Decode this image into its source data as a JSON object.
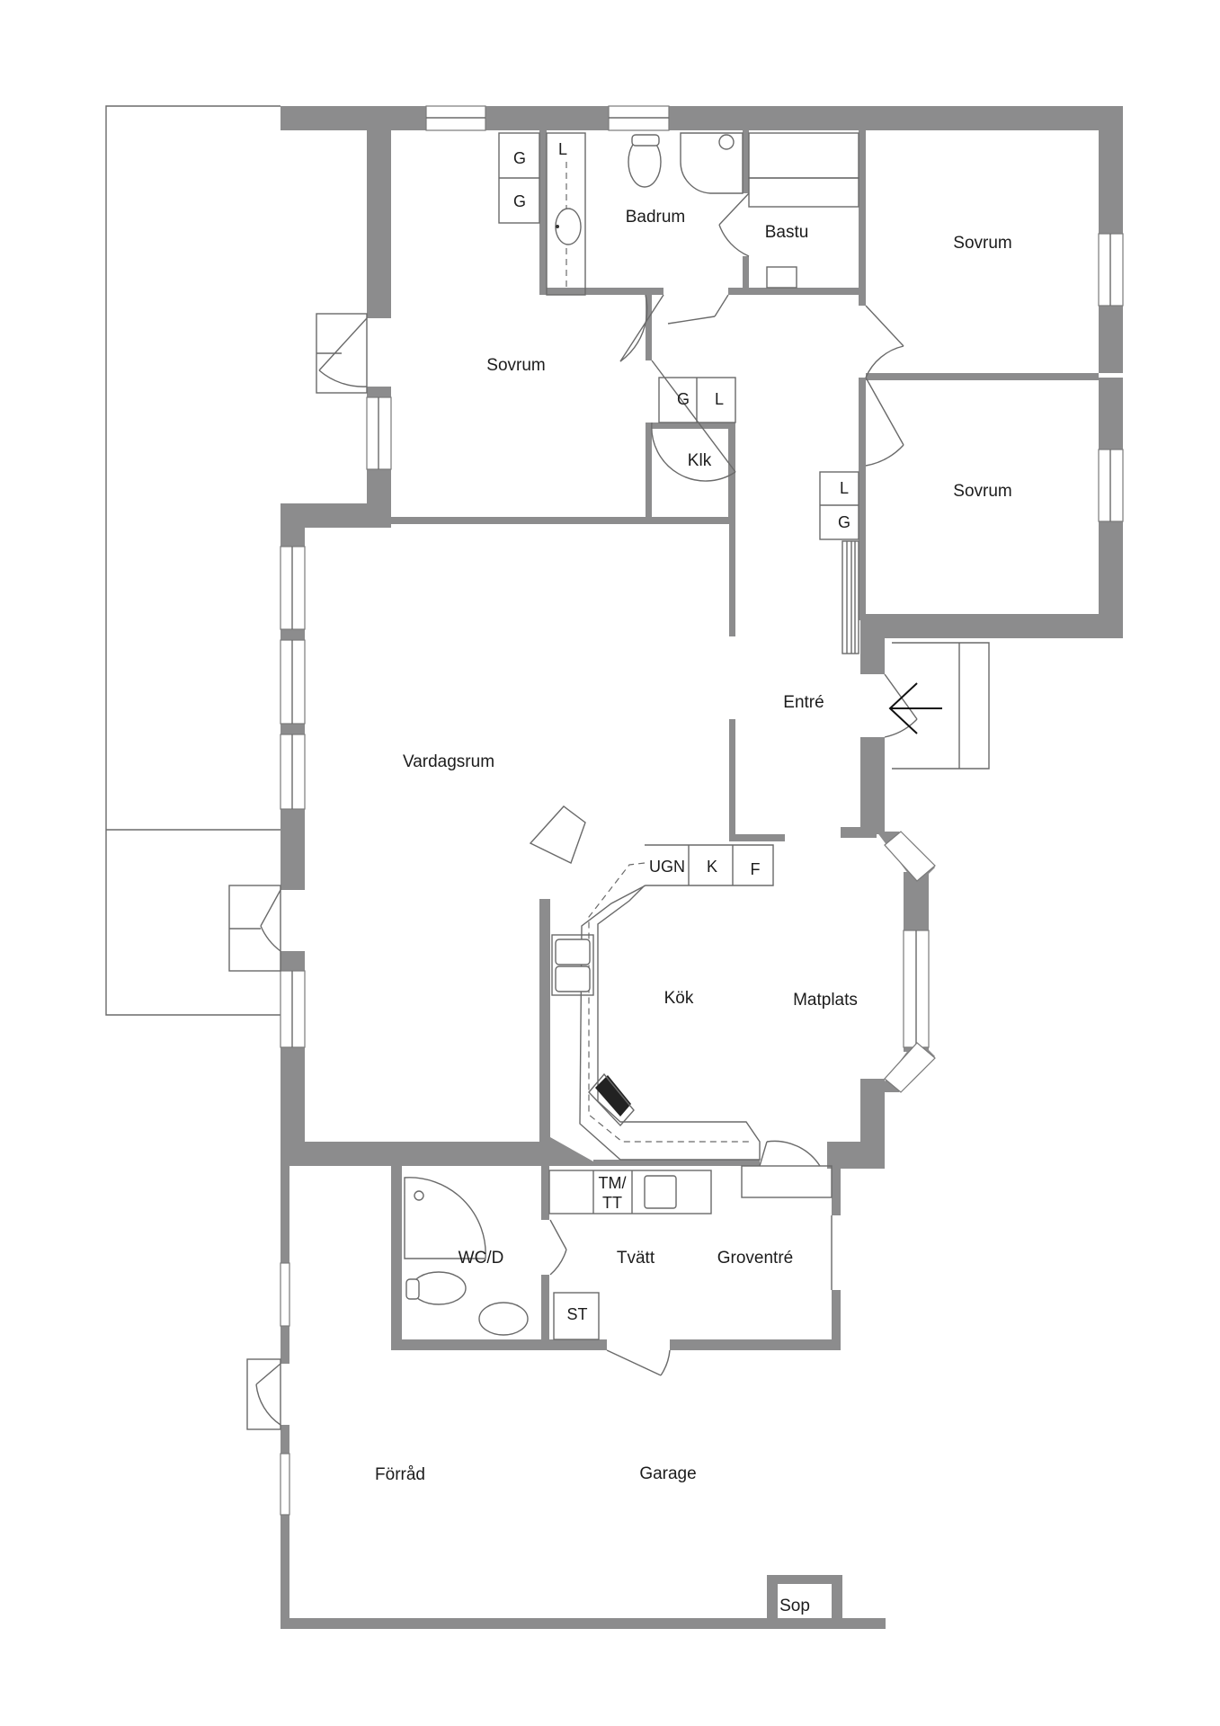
{
  "rooms": {
    "badrum": "Badrum",
    "bastu": "Bastu",
    "sovrum_nw": "Sovrum",
    "sovrum_ne": "Sovrum",
    "sovrum_e": "Sovrum",
    "klk": "Klk",
    "entre": "Entré",
    "vardagsrum": "Vardagsrum",
    "kok": "Kök",
    "matplats": "Matplats",
    "wc": "WC/D",
    "tvatt": "Tvätt",
    "groventre": "Groventré",
    "forrad": "Förråd",
    "garage": "Garage",
    "sop": "Sop"
  },
  "fixtures": {
    "g_bath_1": "G",
    "g_bath_2": "G",
    "l_bath": "L",
    "g_hall": "G",
    "l_hall": "L",
    "l_entre": "L",
    "g_entre": "G",
    "ugn": "UGN",
    "k": "K",
    "f": "F",
    "tm": "TM/",
    "tt": "TT",
    "st": "ST"
  },
  "colors": {
    "wall": "#8c8c8d",
    "line": "#6a6a6a",
    "text": "#1c1c1c"
  }
}
